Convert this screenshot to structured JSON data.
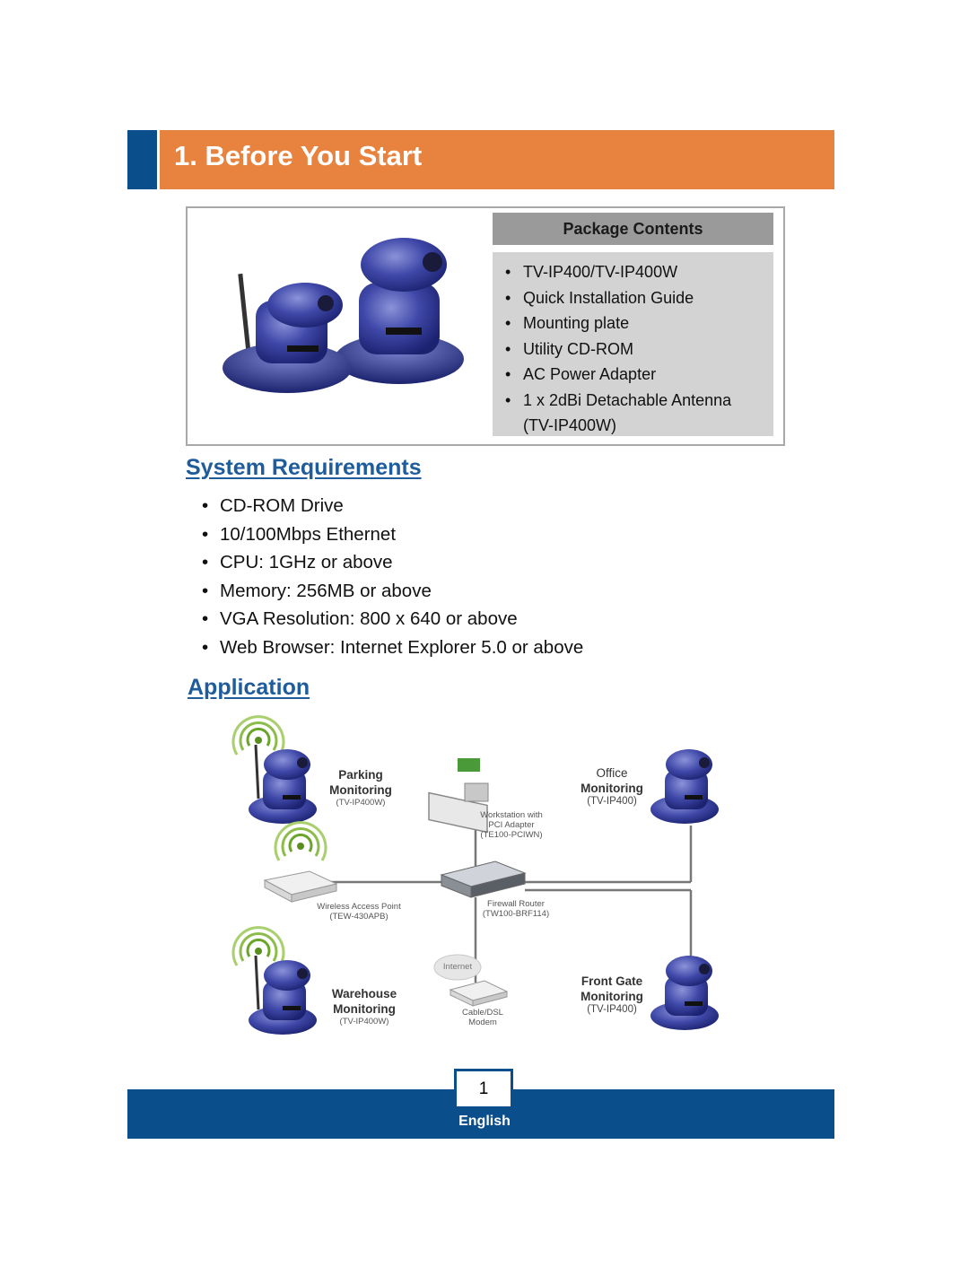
{
  "header": {
    "title": "1. Before You Start"
  },
  "package": {
    "heading": "Package Contents",
    "items": [
      "TV-IP400/TV-IP400W",
      "Quick Installation Guide",
      "Mounting plate",
      "Utility CD-ROM",
      "AC Power Adapter",
      "1 x 2dBi Detachable Antenna",
      "(TV-IP400W)"
    ]
  },
  "requirements": {
    "heading": "System Requirements",
    "items": [
      "CD-ROM Drive",
      "10/100Mbps Ethernet",
      "CPU: 1GHz or above",
      "Memory: 256MB or above",
      "VGA Resolution: 800 x 640 or above",
      "Web Browser: Internet Explorer 5.0 or above"
    ]
  },
  "application": {
    "heading": "Application",
    "parking": {
      "l1": "Parking",
      "l2": "Monitoring",
      "model": "(TV-IP400W)"
    },
    "office": {
      "l1": "Office",
      "l2": "Monitoring",
      "model": "(TV-IP400)"
    },
    "workstation": {
      "l1": "Workstation with",
      "l2": "PCI Adapter",
      "l3": "(TE100-PCIWN)"
    },
    "access_point": {
      "l1": "Wireless Access Point",
      "l2": "(TEW-430APB)"
    },
    "router": {
      "l1": "Firewall Router",
      "l2": "(TW100-BRF114)"
    },
    "internet": "Internet",
    "modem": {
      "l1": "Cable/DSL",
      "l2": "Modem"
    },
    "warehouse": {
      "l1": "Warehouse",
      "l2": "Monitoring",
      "model": "(TV-IP400W)"
    },
    "front_gate": {
      "l1": "Front Gate",
      "l2": "Monitoring",
      "model": "(TV-IP400)"
    }
  },
  "footer": {
    "page": "1",
    "language": "English"
  },
  "colors": {
    "header_orange": "#e8823f",
    "brand_blue": "#0a4f8c",
    "heading_blue": "#1f5c9c"
  }
}
